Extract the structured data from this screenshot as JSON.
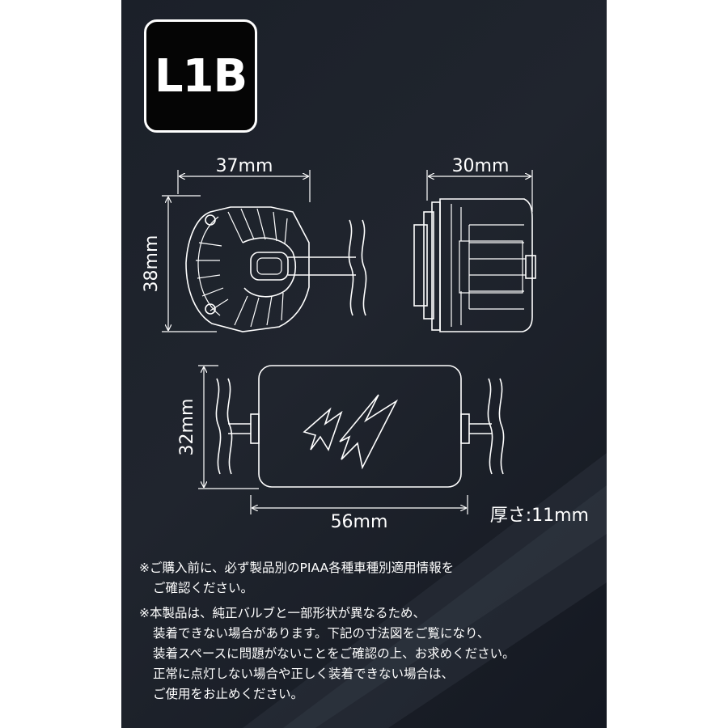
{
  "badge": {
    "label": "L1B"
  },
  "dimensions": {
    "head_width": "37mm",
    "head_height": "38mm",
    "side_depth": "30mm",
    "box_height": "32mm",
    "box_width": "56mm",
    "thickness": "厚さ:11mm"
  },
  "notes": {
    "note1": {
      "line1": "※ご購入前に、必ず製品別のPIAA各種車種別適用情報を",
      "line2": "ご確認ください。"
    },
    "note2": {
      "line1": "※本製品は、純正バルブと一部形状が異なるため、",
      "line2": "装着できない場合があります。下記の寸法図をご覧になり、",
      "line3": "装着スペースに問題がないことをご確認の上、お求めください。",
      "line4": "正常に点灯しない場合や正しく装着できない場合は、",
      "line5": "ご使用をお止めください。"
    }
  },
  "colors": {
    "panel": "#1e232c",
    "line": "#ffffff",
    "badge_bg": "#050505"
  }
}
